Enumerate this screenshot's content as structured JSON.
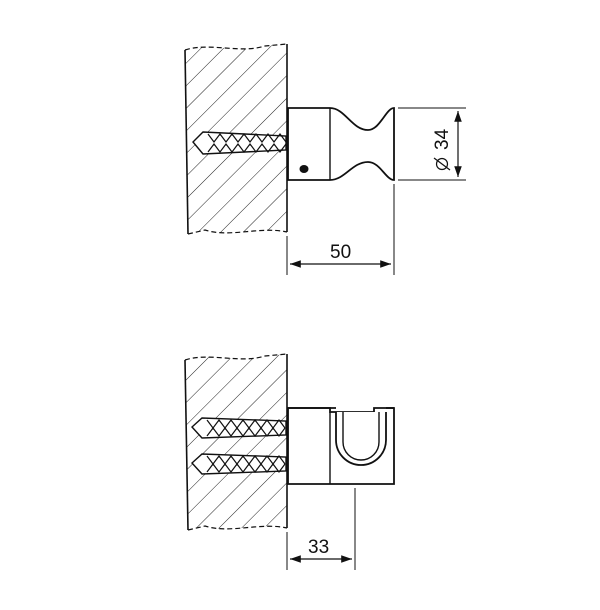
{
  "drawing": {
    "top_view": {
      "dimension_length": "50",
      "dimension_diameter": "34"
    },
    "front_view": {
      "dimension_length": "33"
    }
  }
}
